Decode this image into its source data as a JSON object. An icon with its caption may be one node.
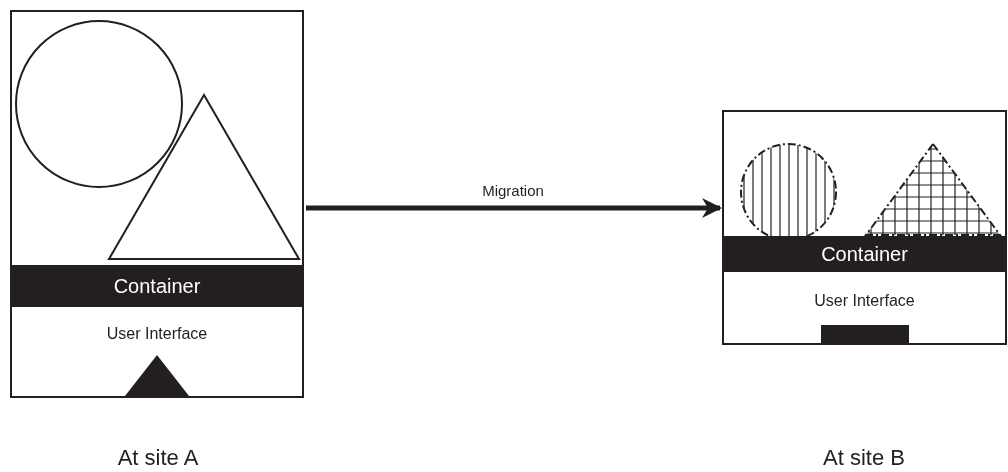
{
  "diagram": {
    "nodes": [
      {
        "text": [],
        "shape": "box"
      },
      {
        "text": [],
        "shape": "circle",
        "in": 0
      },
      {
        "text": [],
        "shape": "triangle",
        "in": 0
      },
      {
        "text": [
          "Container"
        ],
        "in": 0
      },
      {
        "text": [
          "User Interface"
        ],
        "in": 0
      },
      {
        "text": [],
        "shape": "box"
      },
      {
        "text": [],
        "shape": "circle",
        "in": 5
      },
      {
        "text": [],
        "shape": "triangle",
        "in": 5
      },
      {
        "text": [
          "Container"
        ],
        "in": 5
      },
      {
        "text": [
          "User Interface"
        ],
        "in": 5
      }
    ],
    "edges": [
      {
        "from": 0,
        "to": 5,
        "arrow": "to",
        "label": "Migration"
      }
    ],
    "labels": [
      "At site A",
      "At site B"
    ]
  }
}
